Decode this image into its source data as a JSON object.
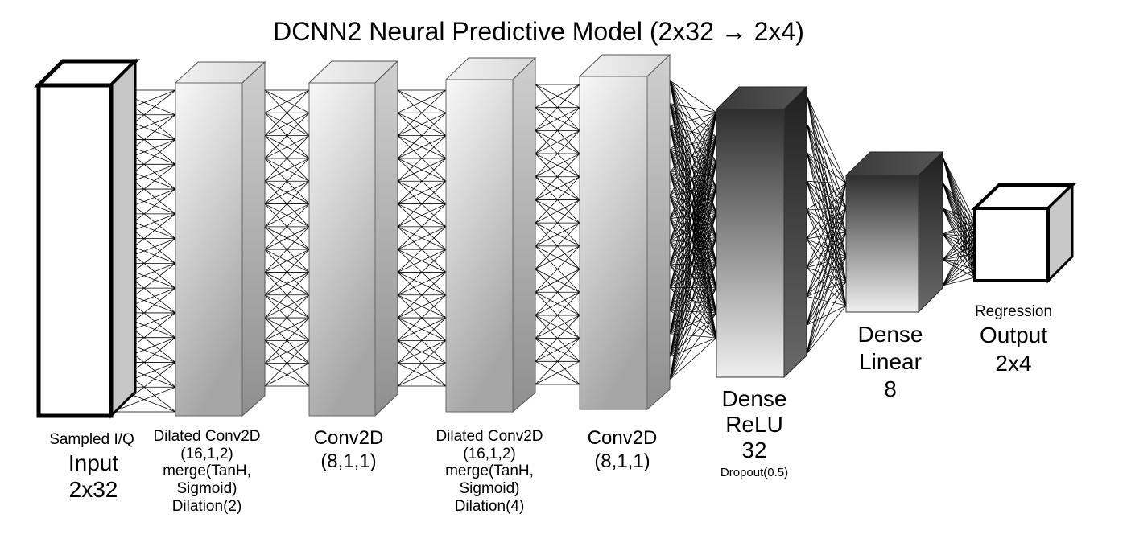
{
  "title": "DCNN2 Neural Predictive Model (2x32 → 2x4)",
  "layers": [
    {
      "id": "input",
      "lines": [
        "Sampled I/Q",
        "Input",
        "2x32"
      ]
    },
    {
      "id": "dilated1",
      "lines": [
        "Dilated Conv2D",
        "(16,1,2)",
        "merge(TanH,",
        "Sigmoid)",
        "Dilation(2)"
      ]
    },
    {
      "id": "conv1",
      "lines": [
        "Conv2D",
        "(8,1,1)"
      ]
    },
    {
      "id": "dilated2",
      "lines": [
        "Dilated Conv2D",
        "(16,1,2)",
        "merge(TanH,",
        "Sigmoid)",
        "Dilation(4)"
      ]
    },
    {
      "id": "conv2",
      "lines": [
        "Conv2D",
        "(8,1,1)"
      ]
    },
    {
      "id": "dense-relu",
      "lines": [
        "Dense",
        "ReLU",
        "32",
        "Dropout(0.5)"
      ]
    },
    {
      "id": "dense-linear",
      "lines": [
        "Dense",
        "Linear",
        "8"
      ]
    },
    {
      "id": "output",
      "lines": [
        "Regression",
        "Output",
        "2x4"
      ]
    }
  ],
  "colors": {
    "light_front_top": "#f7f7f7",
    "light_front_bottom": "#a9a9a9",
    "light_side": "#b8b8b8",
    "dark_front_top": "#333333",
    "dark_front_bottom": "#ececec",
    "dark_side": "#2b2b2b",
    "line": "#000000"
  }
}
